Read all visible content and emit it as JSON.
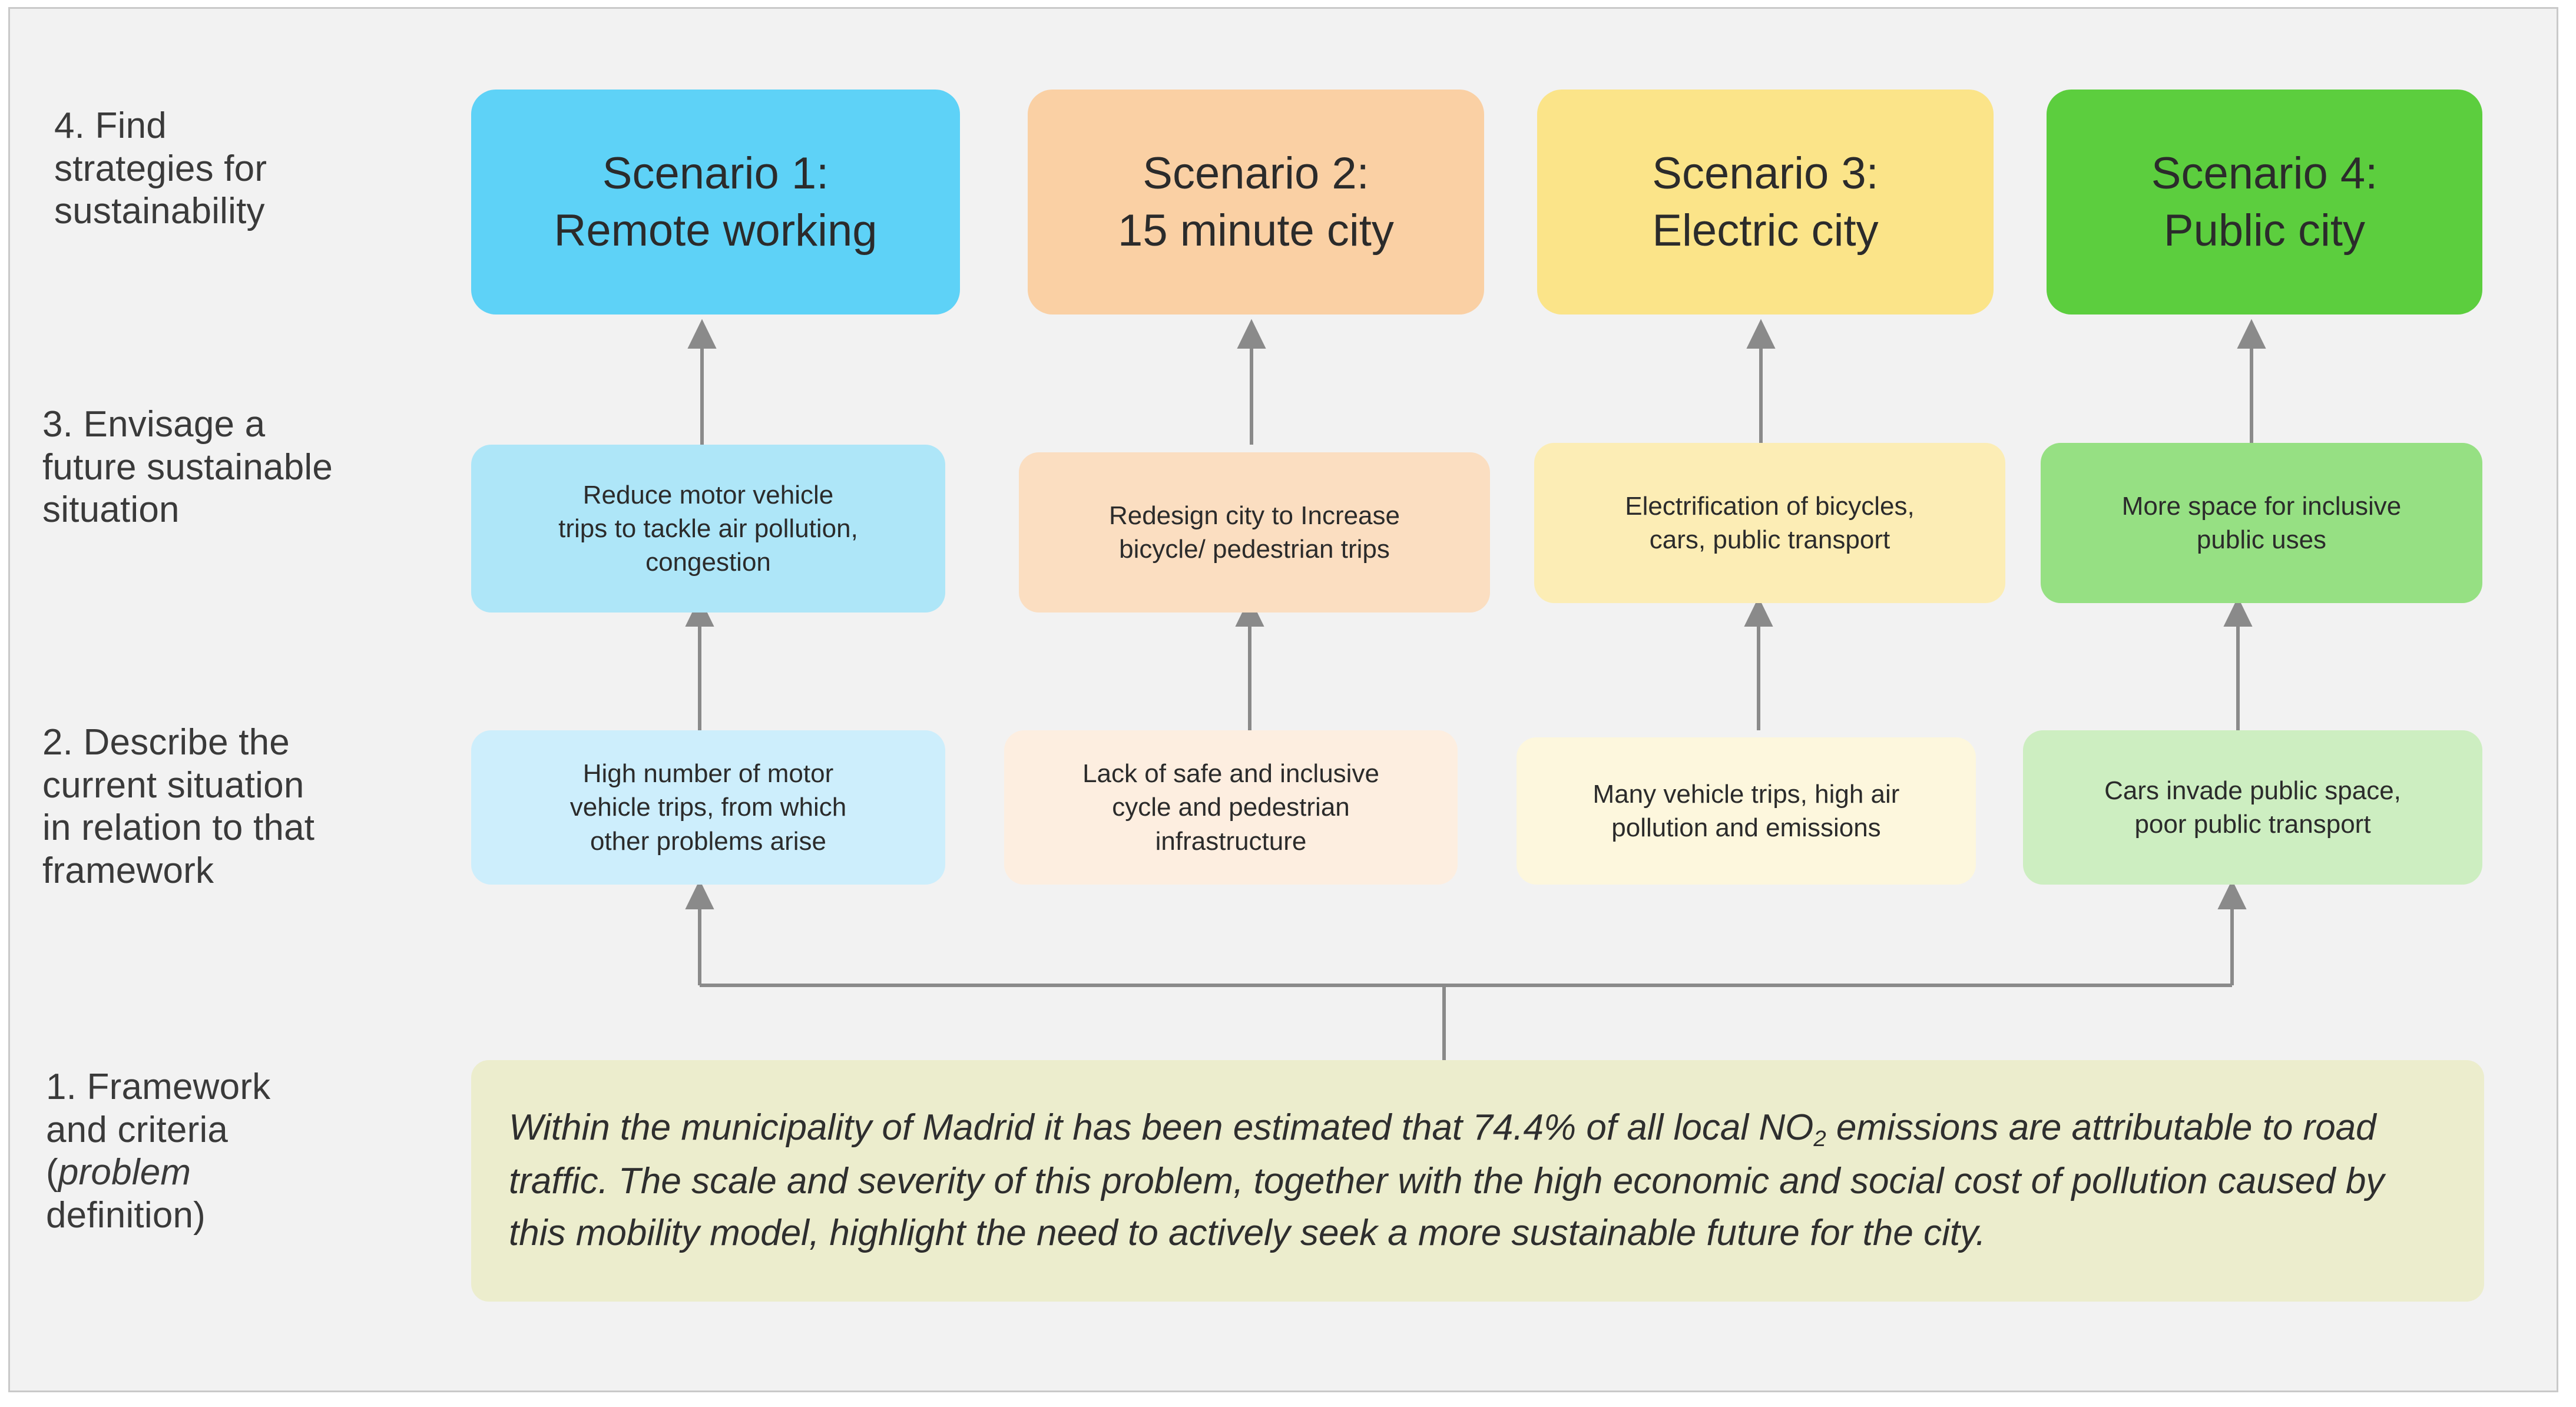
{
  "diagram": {
    "title_steps": [
      {
        "id": "step-4",
        "text": "4. Find\nstrategies for\nsustainability"
      },
      {
        "id": "step-3",
        "text": "3. Envisage a\nfuture sustainable\nsituation"
      },
      {
        "id": "step-2",
        "text": "2. Describe the\ncurrent situation\nin relation to that\nframework"
      }
    ],
    "step_1": {
      "line1": "1. Framework",
      "line2": "and criteria",
      "line3_paren_open": "(",
      "line3_italic": "problem",
      "line4": "definition)"
    },
    "colors": {
      "background": "#f2f2f2",
      "frame_border": "#c9c9c9",
      "arrow": "#8a8a8a",
      "text": "#2b2b2b",
      "label_text": "#3a3a3a",
      "scenario1": "#5ed2f7",
      "scenario2": "#fad0a4",
      "scenario3": "#fbe489",
      "scenario4": "#5cce3e",
      "tier3_1": "#aee6f8",
      "tier3_2": "#fbdec1",
      "tier3_3": "#fcedb5",
      "tier3_4": "#96e083",
      "tier2_1": "#cdeefc",
      "tier2_2": "#fdeee0",
      "tier2_3": "#fdf7dd",
      "tier2_4": "#cdeec1",
      "framework_bg": "#ecedcd"
    },
    "scenarios": [
      {
        "id": "scenario-1",
        "label": "Scenario 1:\nRemote working",
        "color": "#5ed2f7"
      },
      {
        "id": "scenario-2",
        "label": "Scenario 2:\n15 minute city",
        "color": "#fad0a4"
      },
      {
        "id": "scenario-3",
        "label": "Scenario 3:\nElectric city",
        "color": "#fbe489"
      },
      {
        "id": "scenario-4",
        "label": "Scenario 4:\nPublic city",
        "color": "#5cce3e"
      }
    ],
    "future_situations": [
      {
        "id": "future-1",
        "label": "Reduce motor vehicle\ntrips to tackle air pollution,\ncongestion",
        "color": "#aee6f8"
      },
      {
        "id": "future-2",
        "label": "Redesign city to Increase\nbicycle/ pedestrian trips",
        "color": "#fbdec1"
      },
      {
        "id": "future-3",
        "label": "Electrification of bicycles,\ncars, public transport",
        "color": "#fcedb5"
      },
      {
        "id": "future-4",
        "label": "More space for inclusive\npublic uses",
        "color": "#96e083"
      }
    ],
    "current_situations": [
      {
        "id": "current-1",
        "label": "High number of motor\nvehicle trips, from which\nother problems arise",
        "color": "#cdeefc"
      },
      {
        "id": "current-2",
        "label": "Lack of safe and inclusive\ncycle and pedestrian\ninfrastructure",
        "color": "#fdeee0"
      },
      {
        "id": "current-3",
        "label": "Many vehicle trips, high air\npollution and emissions",
        "color": "#fdf7dd"
      },
      {
        "id": "current-4",
        "label": "Cars invade public space,\npoor public transport",
        "color": "#cdeec1"
      }
    ],
    "framework_statement": {
      "part1": "Within the municipality of Madrid it has been estimated that 74.4% of all local NO",
      "subscript": "2",
      "part2": " emissions are attributable to road traffic. The scale and severity of this problem, together with the high economic and social cost of pollution caused by this mobility model, highlight the need to actively seek a more sustainable future for the city."
    }
  }
}
